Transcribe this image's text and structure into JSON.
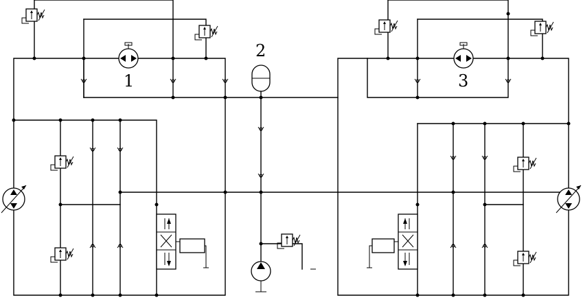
{
  "labels": {
    "motor_left": "1",
    "accumulator": "2",
    "motor_right": "3"
  },
  "colors": {
    "line": "#000000",
    "background": "#ffffff"
  }
}
